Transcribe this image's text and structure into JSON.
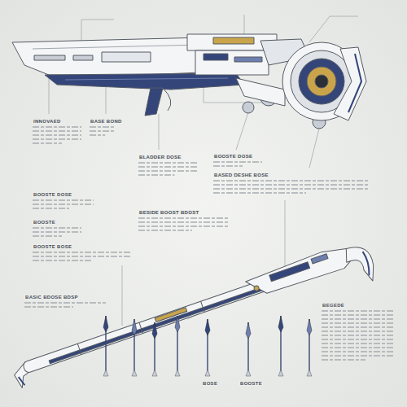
{
  "diagram": {
    "labels": [
      "INNOVAED",
      "BASE BOND",
      "BLADDER DOSE",
      "BOOSTE DOSE",
      "BASED DESHE BOSE",
      "BOOSTE DOSE",
      "BOOSTE",
      "BESIDE BOOST BDOST",
      "BOOSTE BOSE",
      "BASIC BDOSE BDSP",
      "BOSE",
      "BOOSTE",
      "BEGEDE"
    ]
  }
}
